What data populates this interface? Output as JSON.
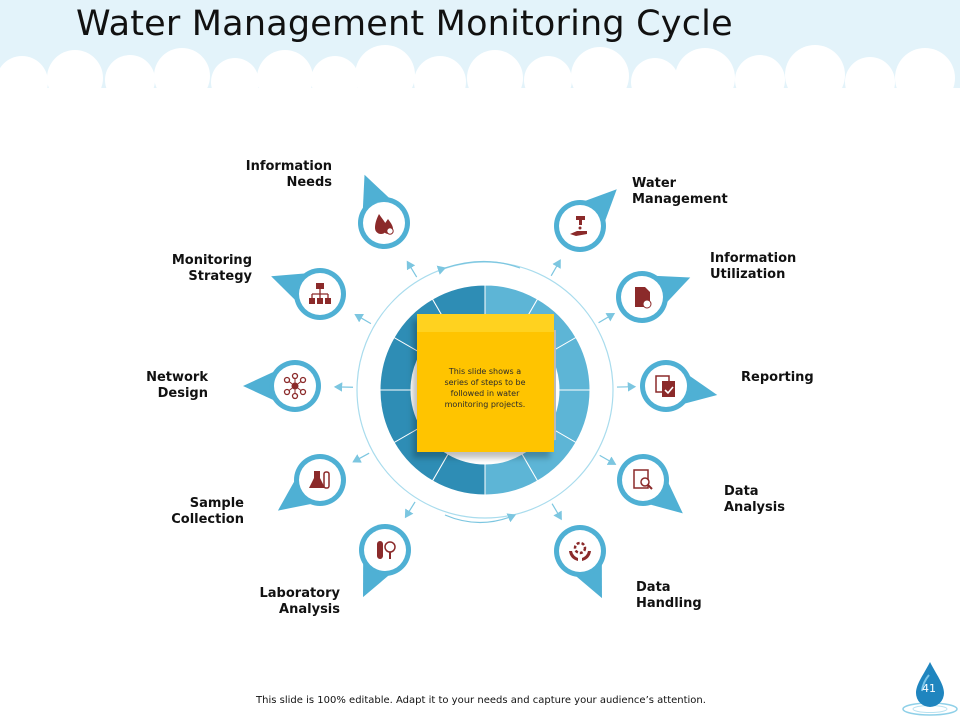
{
  "title": "Water Management Monitoring Cycle",
  "center_note": "This slide shows a series of steps to be followed in water monitoring projects.",
  "footer": "This slide is 100% editable. Adapt it to your needs and capture your audience’s attention.",
  "page_number": "41",
  "colors": {
    "accent": "#4fb0d4",
    "ring_dark": "#2e8db5",
    "ring_light": "#5db5d6",
    "icon": "#8b2a2a",
    "note": "#ffc400",
    "header_sky": "#e3f3fa"
  },
  "steps": [
    {
      "id": "information-needs",
      "label": "Information\nNeeds",
      "icon": "water-drops-icon"
    },
    {
      "id": "water-management",
      "label": "Water\nManagement",
      "icon": "faucet-hand-icon"
    },
    {
      "id": "information-utilization",
      "label": "Information\nUtilization",
      "icon": "document-info-icon"
    },
    {
      "id": "reporting",
      "label": "Reporting",
      "icon": "report-check-icon"
    },
    {
      "id": "data-analysis",
      "label": "Data\nAnalysis",
      "icon": "magnify-document-icon"
    },
    {
      "id": "data-handling",
      "label": "Data\nHandling",
      "icon": "hands-gear-icon"
    },
    {
      "id": "laboratory-analysis",
      "label": "Laboratory\nAnalysis",
      "icon": "test-tube-icon"
    },
    {
      "id": "sample-collection",
      "label": "Sample\nCollection",
      "icon": "lab-flask-icon"
    },
    {
      "id": "network-design",
      "label": "Network\nDesign",
      "icon": "network-icon"
    },
    {
      "id": "monitoring-strategy",
      "label": "Monitoring\nStrategy",
      "icon": "hierarchy-chart-icon"
    }
  ]
}
